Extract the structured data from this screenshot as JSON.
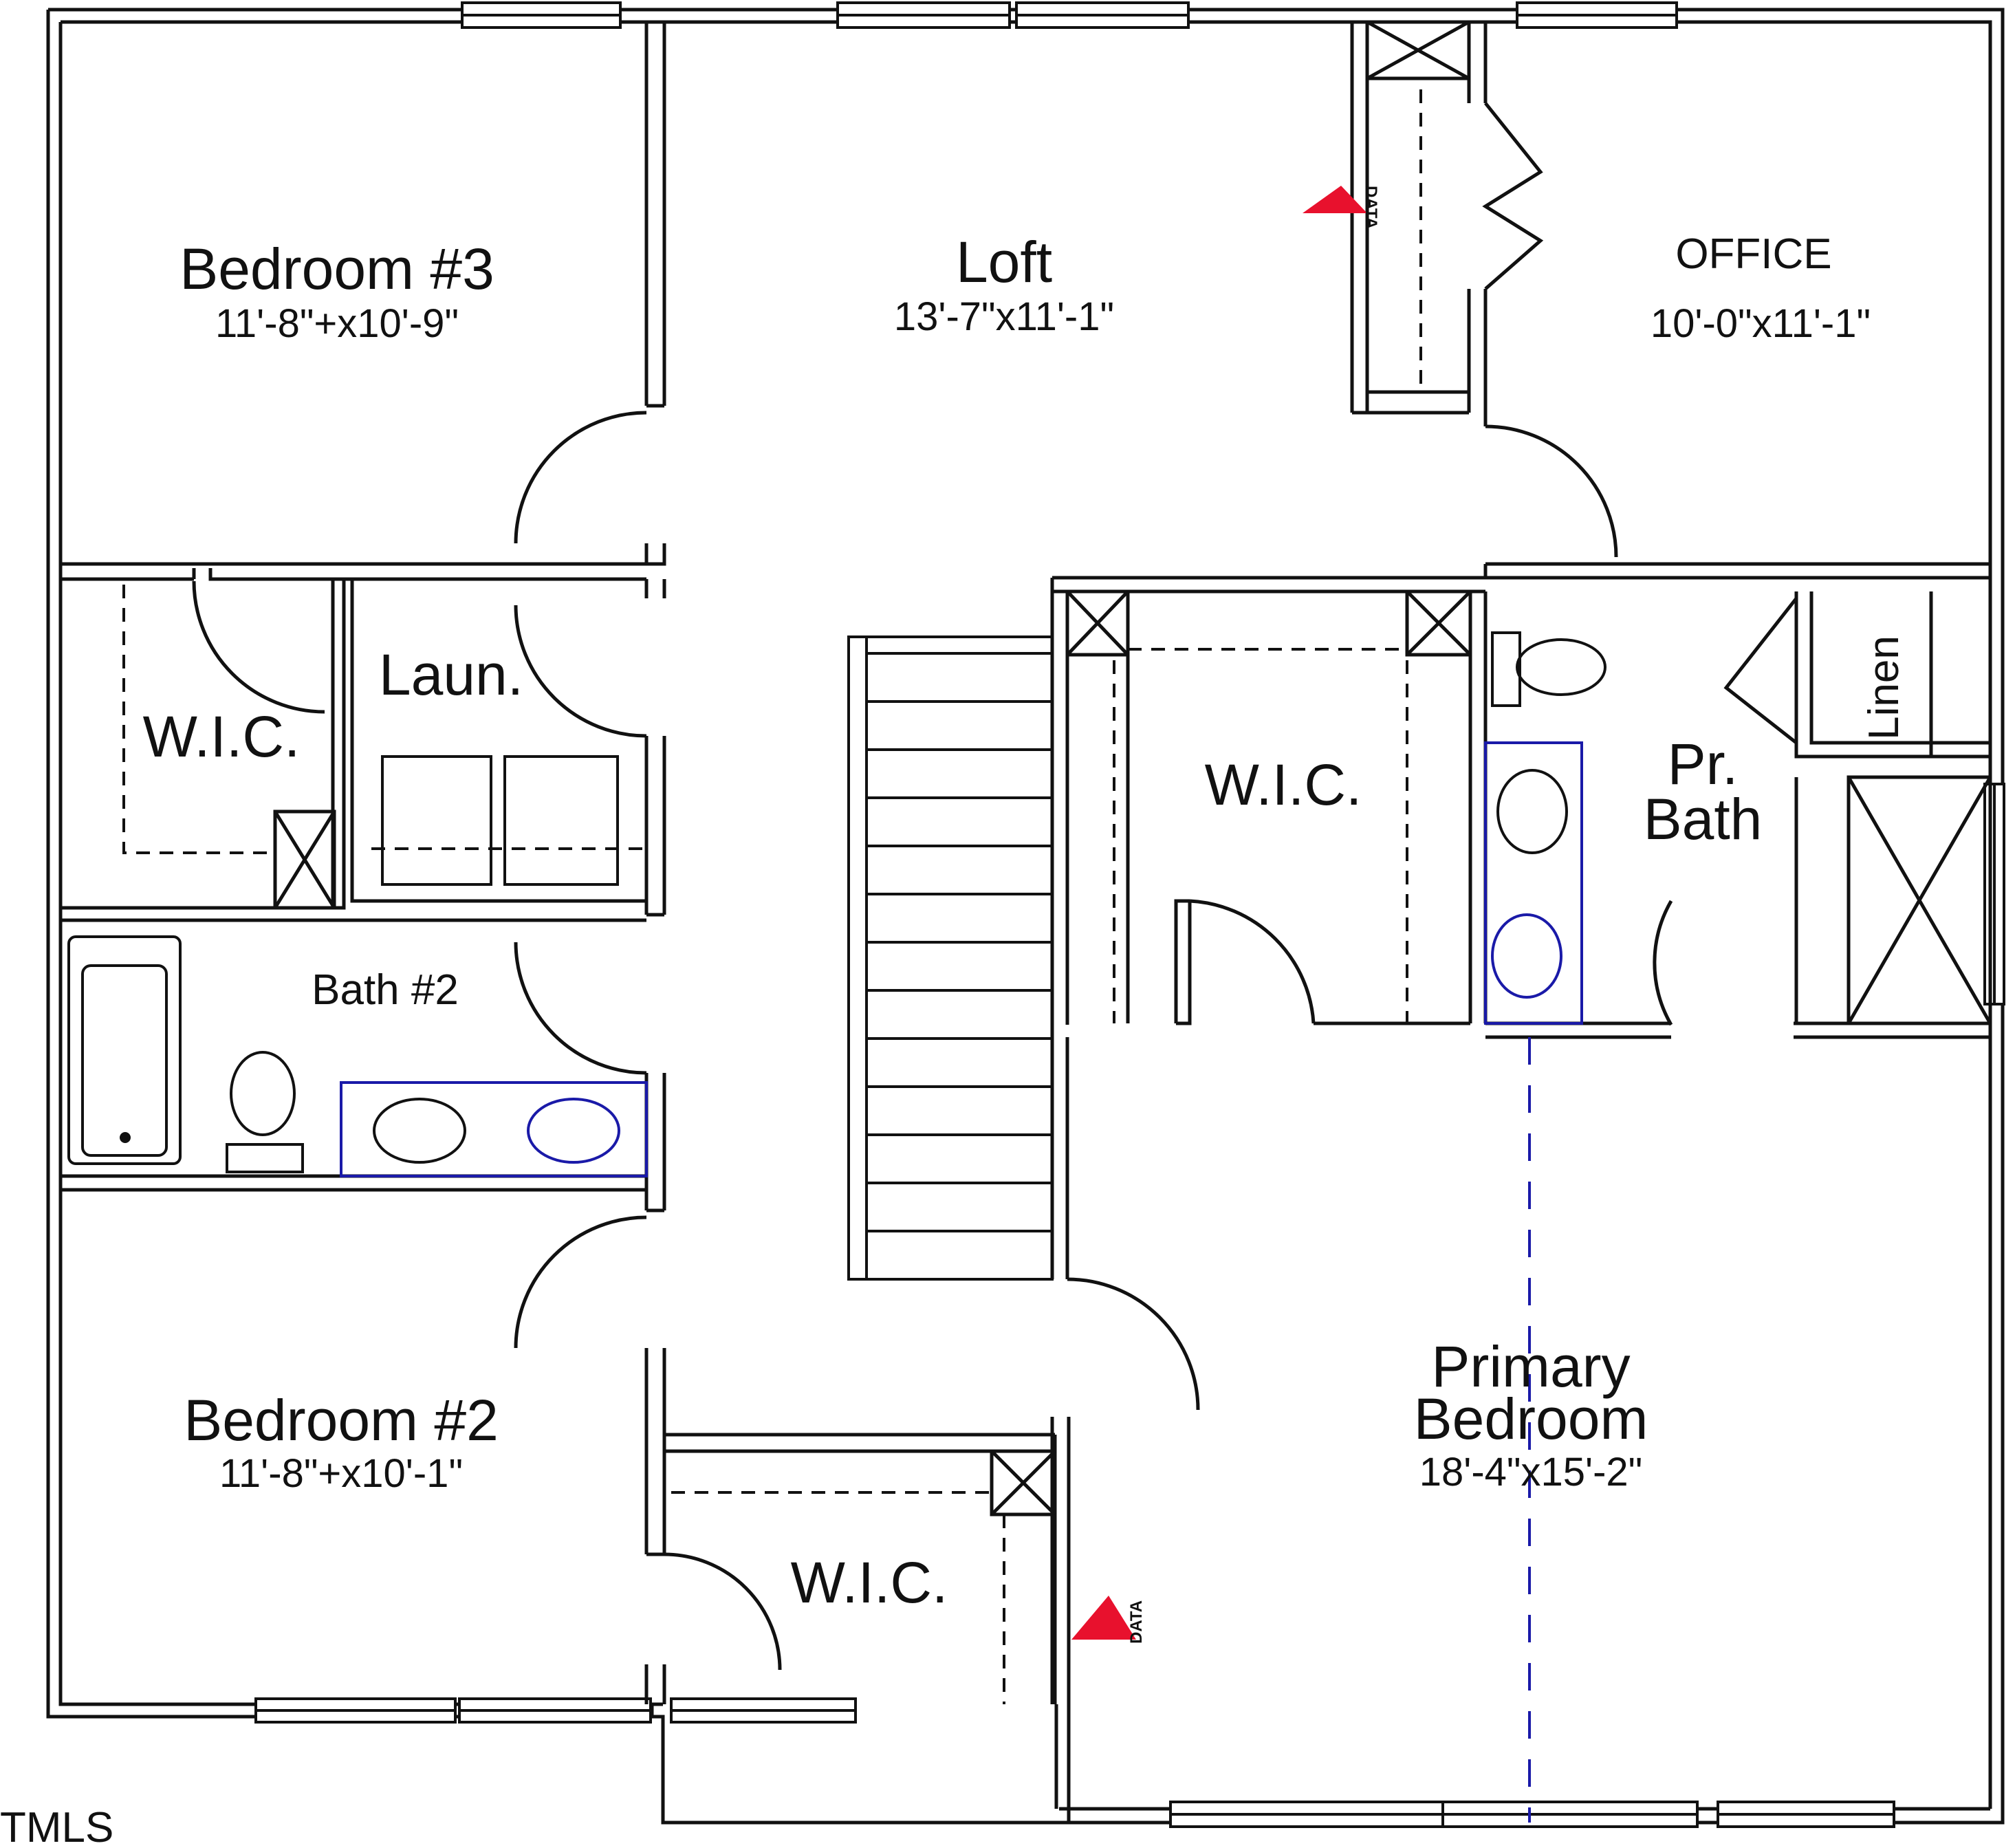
{
  "rooms": {
    "bedroom3": {
      "name": "Bedroom #3",
      "dim": "11'-8\"+x10'-9\""
    },
    "loft": {
      "name": "Loft",
      "dim": "13'-7\"x11'-1\""
    },
    "office": {
      "name": "OFFICE",
      "dim": "10'-0\"x11'-1\""
    },
    "wic_left": {
      "name": "W.I.C."
    },
    "laundry": {
      "name": "Laun."
    },
    "wic_primary": {
      "name": "W.I.C."
    },
    "primary_bath": {
      "name_line1": "Pr.",
      "name_line2": "Bath"
    },
    "linen": {
      "name": "Linen"
    },
    "bath2": {
      "name": "Bath #2"
    },
    "bedroom2": {
      "name": "Bedroom #2",
      "dim": "11'-8\"+x10'-1\""
    },
    "wic_bottom": {
      "name": "W.I.C."
    },
    "primary_bedroom": {
      "name_line1": "Primary",
      "name_line2": "Bedroom",
      "dim": "18'-4\"x15'-2\""
    }
  },
  "markers": [
    {
      "label": "DATA",
      "location": "loft"
    },
    {
      "label": "DATA",
      "location": "primary-bedroom"
    }
  ],
  "watermark": "TMLS",
  "colors": {
    "wall": "#111111",
    "fixture_blue": "#1a1aa8",
    "data_marker": "#e8112d",
    "background": "#ffffff"
  }
}
